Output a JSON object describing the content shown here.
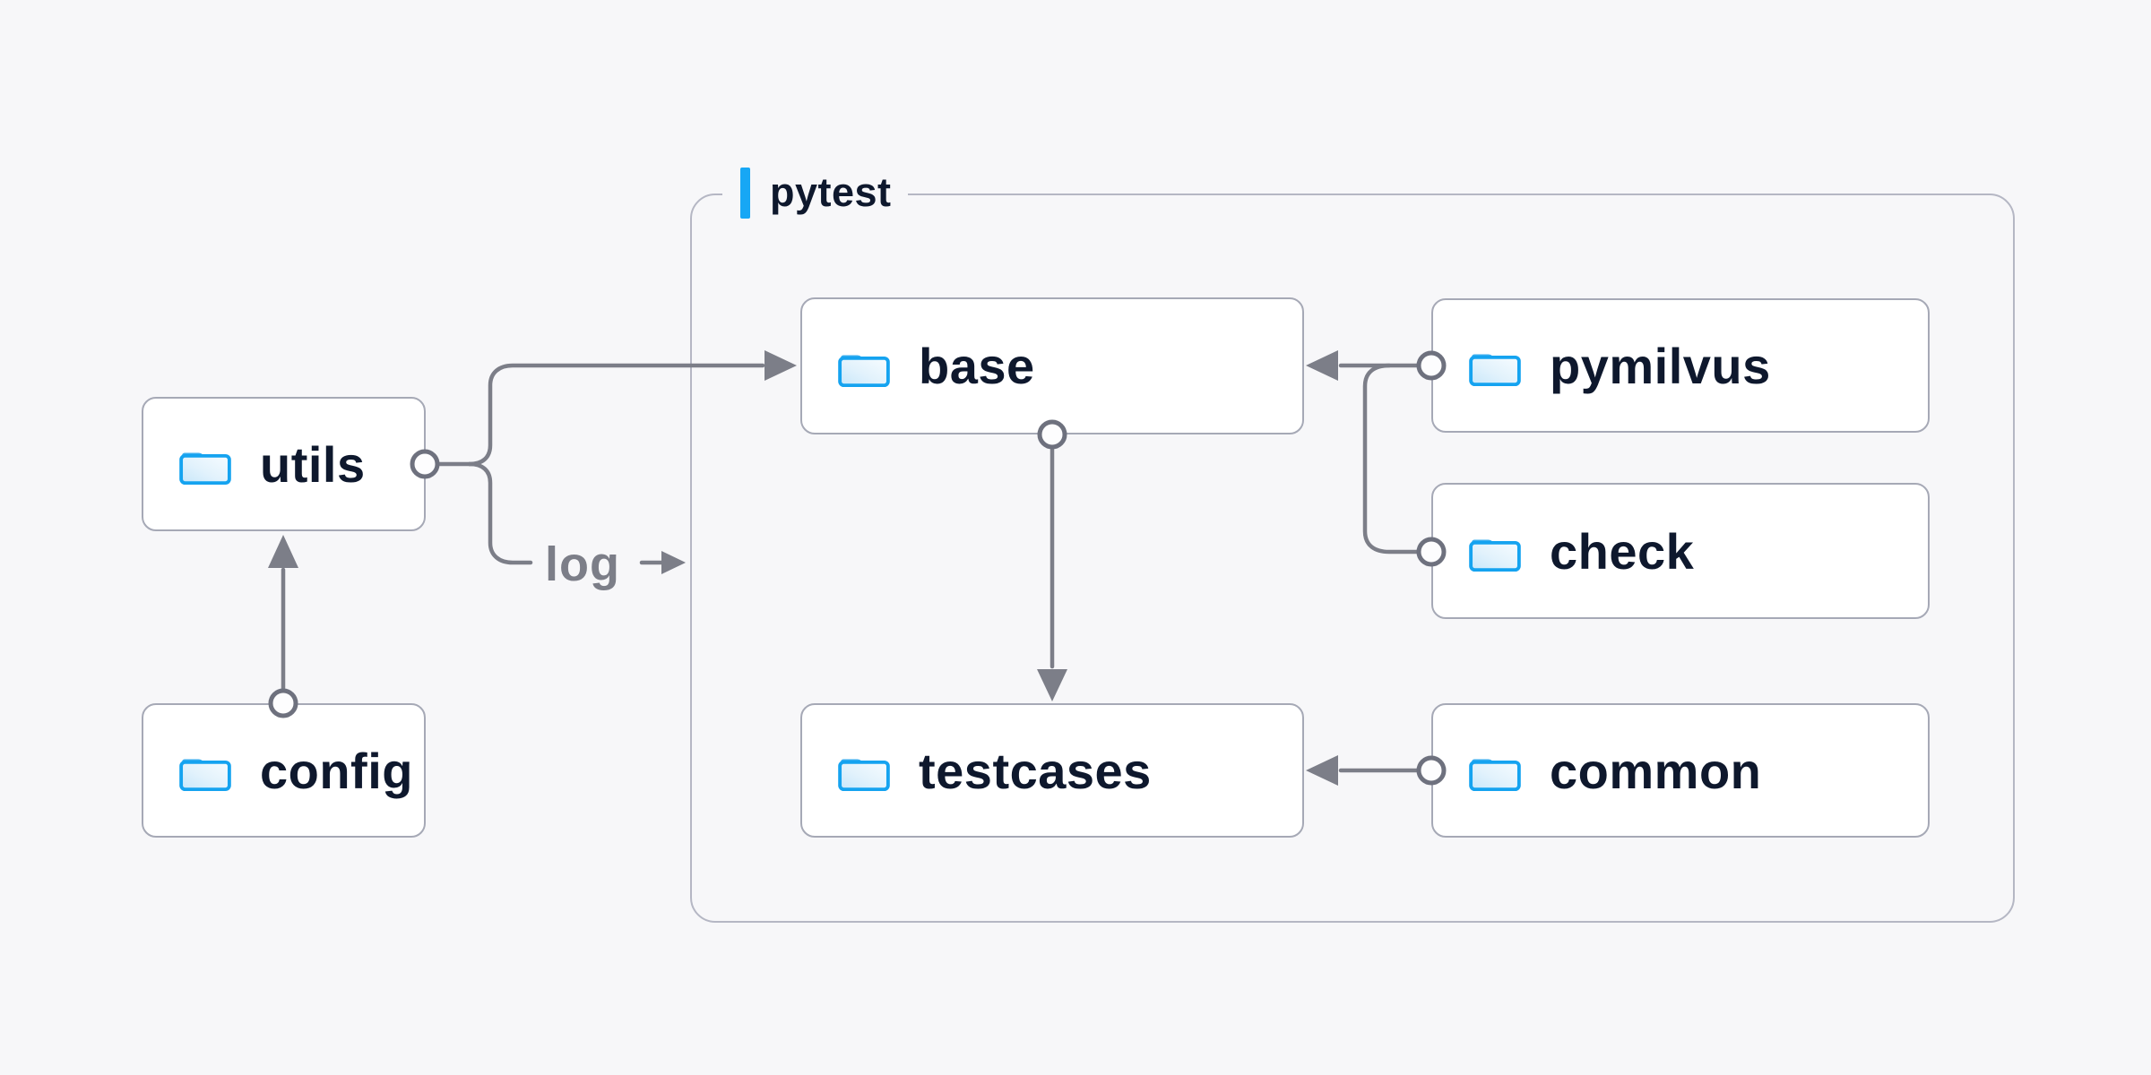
{
  "diagram": {
    "group": {
      "label": "pytest"
    },
    "nodes": [
      {
        "id": "utils",
        "label": "utils"
      },
      {
        "id": "config",
        "label": "config"
      },
      {
        "id": "base",
        "label": "base"
      },
      {
        "id": "pymilvus",
        "label": "pymilvus"
      },
      {
        "id": "check",
        "label": "check"
      },
      {
        "id": "testcases",
        "label": "testcases"
      },
      {
        "id": "common",
        "label": "common"
      }
    ],
    "edges": [
      {
        "from": "config",
        "to": "utils"
      },
      {
        "from": "utils",
        "to": "base"
      },
      {
        "from": "utils",
        "to": "log",
        "label": "log"
      },
      {
        "from": "base",
        "to": "testcases"
      },
      {
        "from": "pymilvus",
        "to": "base"
      },
      {
        "from": "check",
        "to": "base"
      },
      {
        "from": "common",
        "to": "testcases"
      }
    ],
    "edge_label": {
      "text": "log"
    },
    "colors": {
      "background": "#f7f7f9",
      "accent_blue": "#17a7f5",
      "folder_blue": "#15a3f0",
      "connector_gray": "#7c7e88",
      "box_border_gray": "#a6a9b6",
      "group_border_gray": "#b5b7c4",
      "text_navy": "#0e182d"
    }
  }
}
